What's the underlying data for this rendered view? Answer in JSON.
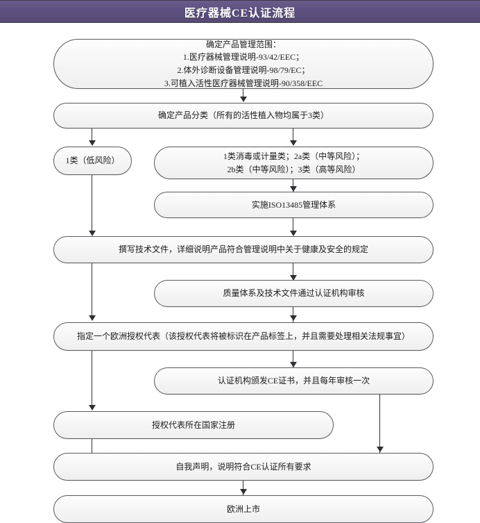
{
  "header": {
    "title": "医疗器械CE认证流程",
    "bar_color": "#5c5080",
    "text_color": "#ffffff"
  },
  "flowchart": {
    "node_fill": "#f7f7f7",
    "node_border": "#5a5a60",
    "connector_color": "#2e2e33",
    "nodes": [
      {
        "id": "scope",
        "label": "确定产品管理范围：\n1.医疗器械管理说明-93/42/EEC；\n2.体外诊断设备管理说明-98/79/EC；\n3.可植入活性医疗器械管理说明-90/358/EEC"
      },
      {
        "id": "classification",
        "label": "确定产品分类（所有的活性植入物均属于3类）"
      },
      {
        "id": "class1-low-risk",
        "label": "1类（低风险）"
      },
      {
        "id": "class-other-risk",
        "label": "1类消毒或计量类；2a类（中等风险）；\n2b类（中等风险）；3类（高等风险）"
      },
      {
        "id": "iso13485",
        "label": "实施ISO13485管理体系"
      },
      {
        "id": "technical-file",
        "label": "撰写技术文件，详细说明产品符合管理说明中关于健康及安全的规定"
      },
      {
        "id": "audit",
        "label": "质量体系及技术文件通过认证机构审核"
      },
      {
        "id": "authorized-rep",
        "label": "指定一个欧洲授权代表（该授权代表将被标识在产品标签上，并且需要处理相关法规事宜）"
      },
      {
        "id": "ce-certificate",
        "label": "认证机构颁发CE证书，并且每年审核一次"
      },
      {
        "id": "country-registration",
        "label": "授权代表所在国家注册"
      },
      {
        "id": "self-declaration",
        "label": "自我声明，说明符合CE认证所有要求"
      },
      {
        "id": "europe-market",
        "label": "欧洲上市"
      }
    ]
  }
}
